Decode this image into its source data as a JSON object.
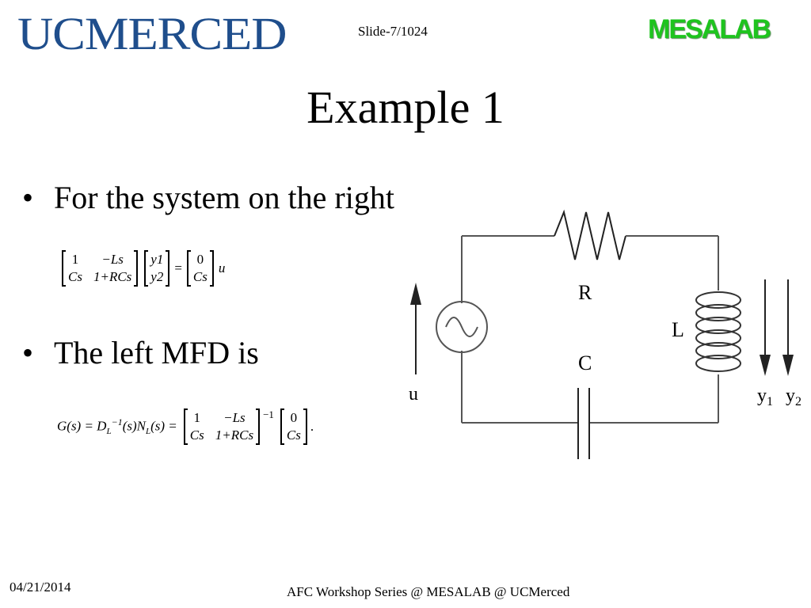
{
  "header": {
    "university_logo": "UCMERCED",
    "slide_number": "Slide-7/1024",
    "lab_logo": "MESALAB"
  },
  "slide": {
    "title": "Example 1",
    "bullets": [
      "For the system on the right",
      "The left MFD is"
    ]
  },
  "equation1": {
    "matrix_a": [
      "1",
      "−Ls",
      "Cs",
      "1+RCs"
    ],
    "vector_y": [
      "y1",
      "y2"
    ],
    "equals": "=",
    "vector_b": [
      "0",
      "Cs"
    ],
    "input": "u"
  },
  "equation2": {
    "lhs": "G(s) = D",
    "lhs_sub": "L",
    "lhs_sup": "−1",
    "lhs_mid": "(s)N",
    "lhs_sub2": "L",
    "lhs_end": "(s) =",
    "matrix_a": [
      "1",
      "−Ls",
      "Cs",
      "1+RCs"
    ],
    "inverse_sup": "−1",
    "vector_b": [
      "0",
      "Cs"
    ],
    "period": "."
  },
  "circuit": {
    "labels": {
      "resistor": "R",
      "inductor": "L",
      "capacitor": "C",
      "input": "u",
      "output1": "y",
      "output1_sub": "1",
      "output2": "y",
      "output2_sub": "2"
    }
  },
  "footer": {
    "date": "04/21/2014",
    "text": "AFC Workshop Series @ MESALAB @ UCMerced"
  }
}
